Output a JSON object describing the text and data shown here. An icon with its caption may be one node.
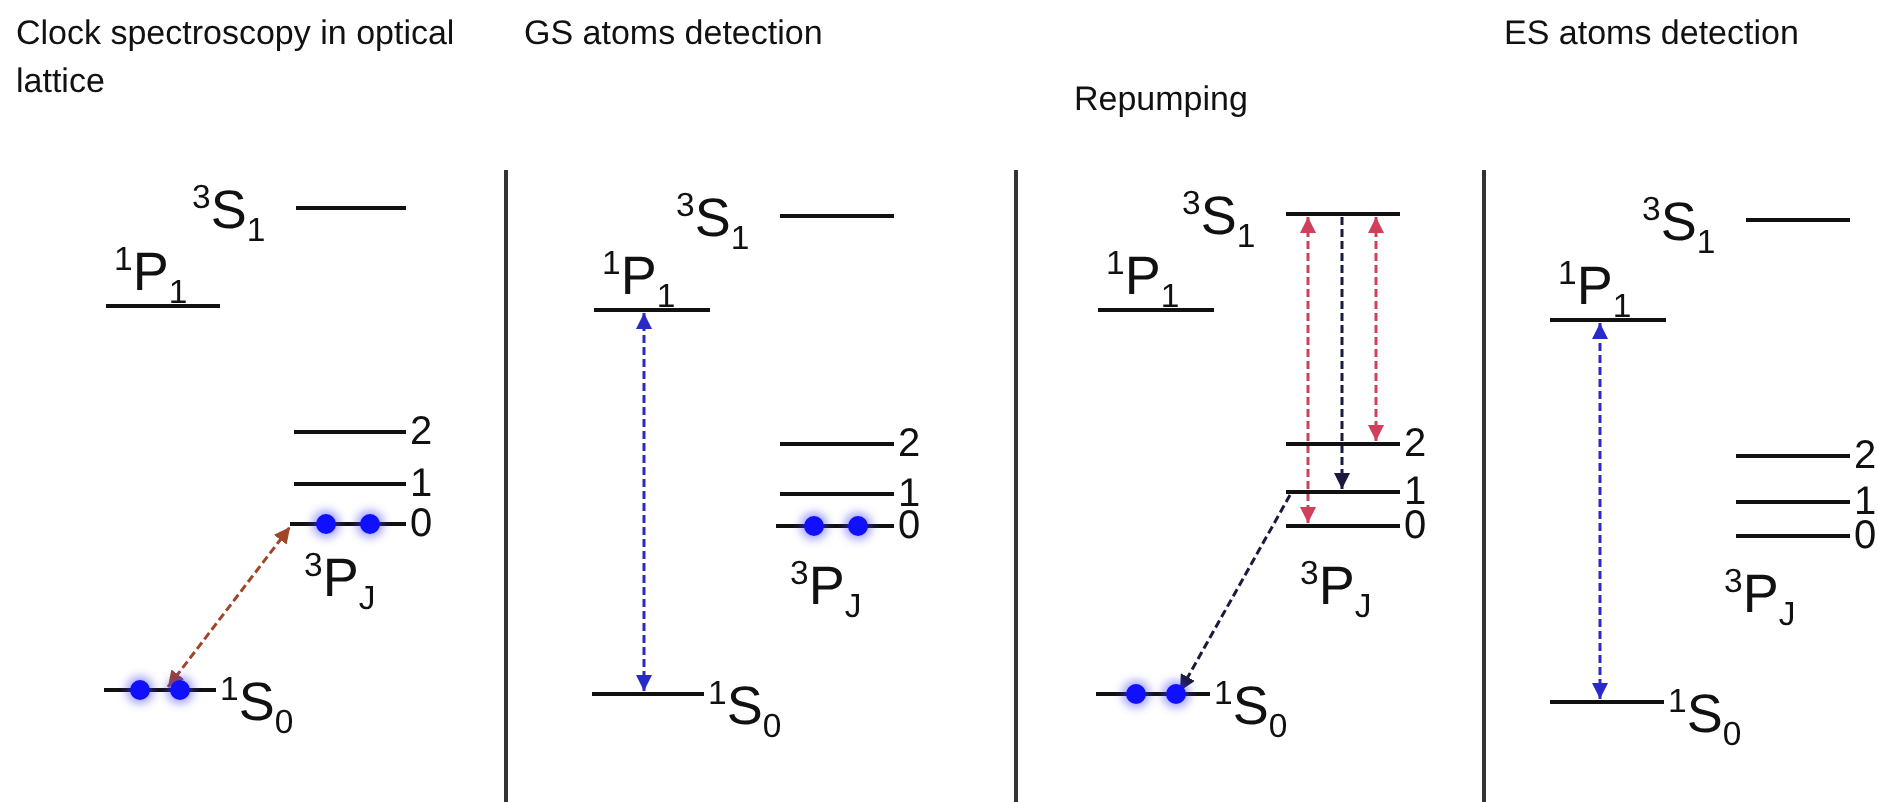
{
  "diagram": {
    "nodes": [
      {
        "text": [
          "$^{3}$S$_{1}$"
        ]
      },
      {
        "text": [
          "$^{1}$P$_{1}$"
        ]
      },
      {
        "text": [
          "2"
        ]
      },
      {
        "text": [
          "1"
        ]
      },
      {
        "text": [
          "0"
        ]
      },
      {
        "text": [
          "$^{1}$S$_{0}$"
        ]
      },
      {
        "text": [
          "$^{3}$S$_{1}$"
        ]
      },
      {
        "text": [
          "$^{1}$P$_{1}$"
        ]
      },
      {
        "text": [
          "2"
        ]
      },
      {
        "text": [
          "1"
        ]
      },
      {
        "text": [
          "0"
        ]
      },
      {
        "text": [
          "$^{1}$S$_{0}$"
        ]
      },
      {
        "text": [
          "$^{3}$S$_{1}$"
        ]
      },
      {
        "text": [
          "$^{1}$P$_{1}$"
        ]
      },
      {
        "text": [
          "2"
        ]
      },
      {
        "text": [
          "1"
        ]
      },
      {
        "text": [
          "0"
        ]
      },
      {
        "text": [
          "$^{1}$S$_{0}$"
        ]
      },
      {
        "text": [
          "$^{3}$S$_{1}$"
        ]
      },
      {
        "text": [
          "$^{1}$P$_{1}$"
        ]
      },
      {
        "text": [
          "2"
        ]
      },
      {
        "text": [
          "1"
        ]
      },
      {
        "text": [
          "0"
        ]
      },
      {
        "text": [
          "$^{1}$S$_{0}$"
        ]
      }
    ],
    "edges": [
      {
        "from": 5,
        "to": 4,
        "arrow": "both",
        "style": "dashed",
        "color": "#a0442a"
      },
      {
        "from": 11,
        "to": 7,
        "arrow": "both",
        "style": "dashed",
        "color": "#2a2ac8"
      },
      {
        "from": 12,
        "to": 16,
        "arrow": "both",
        "style": "dashed",
        "color": "#d0405a"
      },
      {
        "from": 12,
        "to": 15,
        "arrow": "to",
        "style": "dashed",
        "color": "#1a1a40"
      },
      {
        "from": 12,
        "to": 14,
        "arrow": "both",
        "style": "dashed",
        "color": "#d0405a"
      },
      {
        "from": 15,
        "to": 17,
        "arrow": "to",
        "style": "dashed",
        "color": "#1a1a40"
      },
      {
        "from": 23,
        "to": 19,
        "arrow": "both",
        "style": "dashed",
        "color": "#2a2ac8"
      }
    ],
    "labels": [
      "Clock spectroscopy in optical lattice",
      "GS atoms detection",
      "Repumping",
      "ES atoms detection",
      "$^{3}$P$_{J}$",
      "$^{3}$P$_{J}$",
      "$^{3}$P$_{J}$",
      "$^{3}$P$_{J}$"
    ]
  }
}
